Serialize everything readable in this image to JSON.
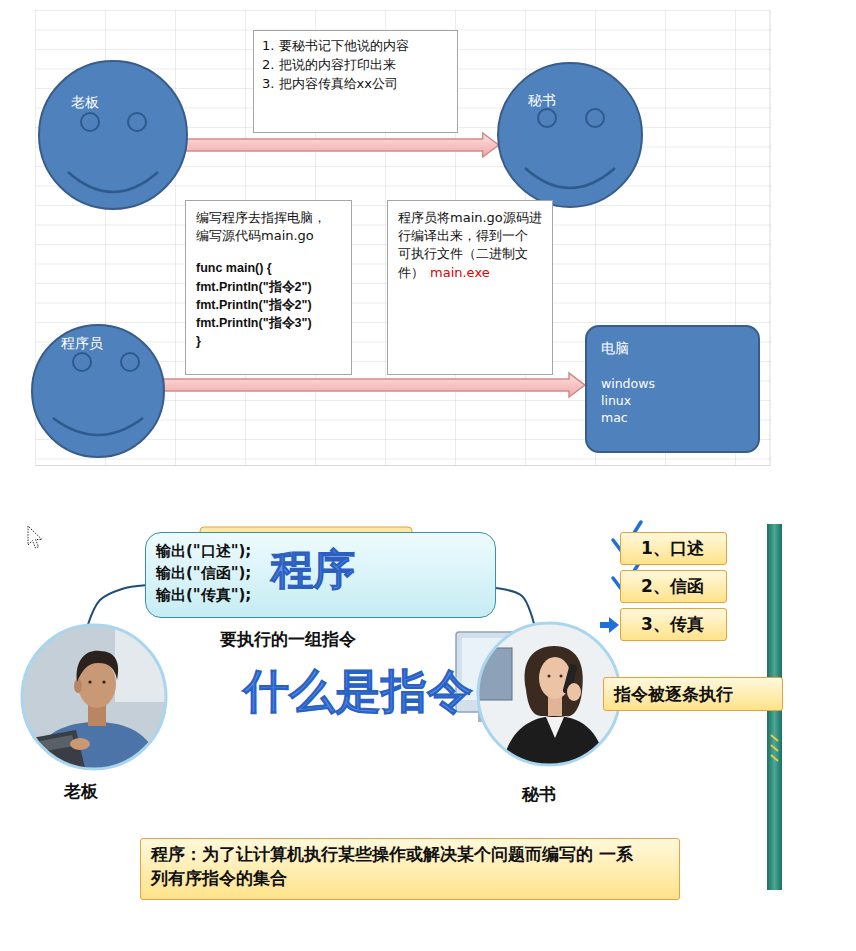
{
  "diagram": {
    "nodes": [
      {
        "text": [
          "老板"
        ]
      },
      {
        "text": [
          "1. 要秘书记下他说的内容",
          "2. 把说的内容打印出来",
          "3. 把内容传真给xx公司"
        ]
      },
      {
        "text": [
          "秘书"
        ]
      },
      {
        "text": [
          "程序员"
        ]
      },
      {
        "text": [
          "编写程序去指挥电脑， 编写源代码main.go",
          "func main() {",
          "fmt.Println(\"指令2\")",
          "fmt.Println(\"指令2\")",
          "fmt.Println(\"指令3\")",
          "}"
        ]
      },
      {
        "text": [
          "程序员将main.go源码进 行编译出来，得到一个 可执行文件（二进制文 件）",
          "main.exe"
        ]
      },
      {
        "text": [
          "电脑",
          "windows",
          "linux",
          "mac"
        ]
      },
      {
        "text": [
          "输出(\"口述\");",
          "输出(\"信函\");",
          "输出(\"传真\");",
          "程序"
        ]
      },
      {
        "text": [
          "1、口述"
        ]
      },
      {
        "text": [
          "2、信函"
        ]
      },
      {
        "text": [
          "3、传真"
        ]
      },
      {
        "text": [
          "老板"
        ]
      },
      {
        "text": [
          "秘书"
        ]
      },
      {
        "text": [
          "指令被逐条执行"
        ]
      },
      {
        "text": [
          "程序：为了让计算机执行某些操作或解决某个问题而编写的 一系列有序指令的集合"
        ]
      }
    ],
    "edges": [
      {
        "from": 0,
        "to": 2,
        "arrow": "to"
      },
      {
        "from": 3,
        "to": 6,
        "arrow": "to"
      },
      {
        "from": 11,
        "to": 7,
        "arrow": "none"
      },
      {
        "from": 7,
        "to": 12,
        "arrow": "none"
      }
    ],
    "labels": [
      "要执行的一组指令",
      "什么是指令"
    ]
  }
}
